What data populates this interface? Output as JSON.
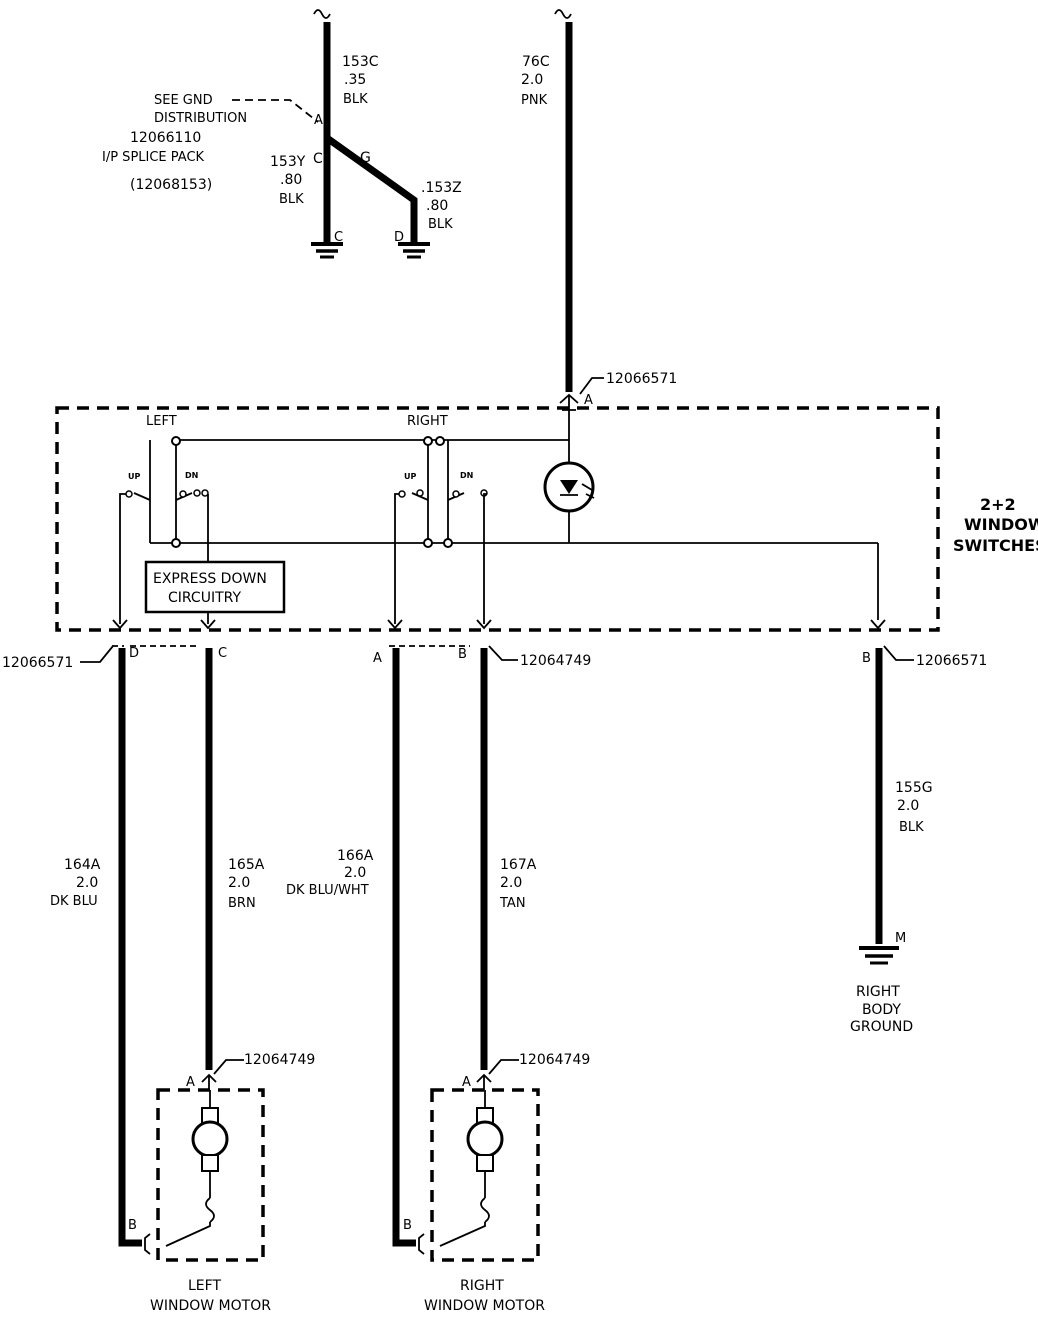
{
  "top_left": {
    "wire_153c": [
      "153C",
      ".35",
      "BLK"
    ],
    "see_gnd": [
      "SEE GND",
      "DISTRIBUTION",
      "12066110",
      "I/P SPLICE PACK"
    ],
    "splice_part": "(12068153)",
    "wire_153y": [
      "153Y",
      ".80",
      "BLK"
    ],
    "wire_153z": [
      ".153Z",
      ".80",
      "BLK"
    ],
    "pins": {
      "a": "A",
      "c": "C",
      "g": "G",
      "c_gnd": "C",
      "d_gnd": "D"
    }
  },
  "feed": {
    "wire_76c": [
      "76C",
      "2.0",
      "PNK"
    ],
    "connector": "12066571",
    "pin": "A"
  },
  "switch_box": {
    "title": [
      "2+2",
      "WINDOW",
      "SWITCHES"
    ],
    "left_label": "LEFT",
    "right_label": "RIGHT",
    "up": "UP",
    "dn": "DN",
    "express": [
      "EXPRESS DOWN",
      "CIRCUITRY"
    ]
  },
  "connectors": {
    "left_part": "12066571",
    "left_pin_d": "D",
    "left_pin_c": "C",
    "right_pin_a": "A",
    "right_pin_b": "B",
    "right_part": "12064749",
    "gnd_pin_b": "B",
    "gnd_part": "12066571"
  },
  "wires": {
    "w164a": [
      "164A",
      "2.0",
      "DK BLU"
    ],
    "w165a": [
      "165A",
      "2.0",
      "BRN"
    ],
    "w166a": [
      "166A",
      "2.0",
      "DK BLU/WHT"
    ],
    "w167a": [
      "167A",
      "2.0",
      "TAN"
    ],
    "w155g": [
      "155G",
      "2.0",
      "BLK"
    ]
  },
  "ground": {
    "pin": "M",
    "label": [
      "RIGHT",
      "BODY",
      "GROUND"
    ]
  },
  "left_motor": {
    "part": "12064749",
    "pin_a": "A",
    "pin_b": "B",
    "label": [
      "LEFT",
      "WINDOW  MOTOR"
    ]
  },
  "right_motor": {
    "part": "12064749",
    "pin_a": "A",
    "pin_b": "B",
    "label": [
      "RIGHT",
      "WINDOW  MOTOR"
    ]
  }
}
